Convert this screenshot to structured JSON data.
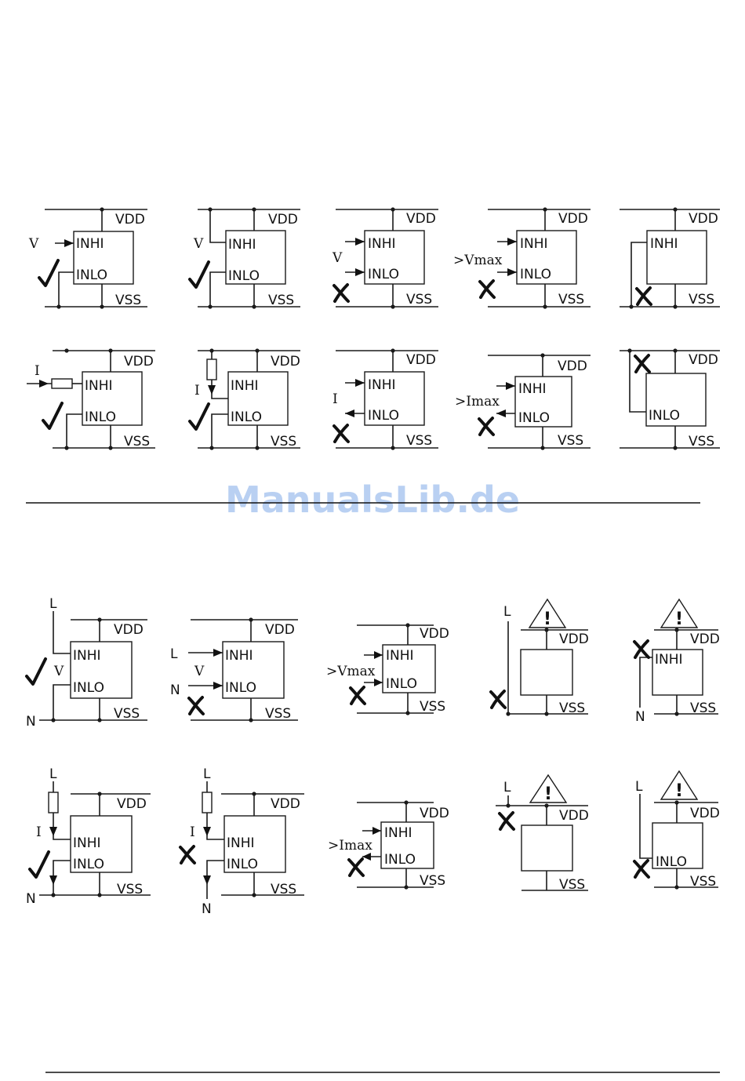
{
  "labels": {
    "vdd": "VDD",
    "vss": "VSS",
    "inhi": "INHI",
    "inlo": "INLO",
    "v": "V",
    "i": "I",
    "vmax": ">Vmax",
    "imax": ">Imax",
    "l": "L",
    "n": "N",
    "warning": "!"
  },
  "watermark": "ManualsLib.de",
  "colors": {
    "ink": "#111111",
    "watermark": "#b9d0f2"
  },
  "icons": {
    "ok": "check-mark-icon",
    "bad": "cross-mark-icon",
    "warning": "warning-triangle-icon"
  }
}
